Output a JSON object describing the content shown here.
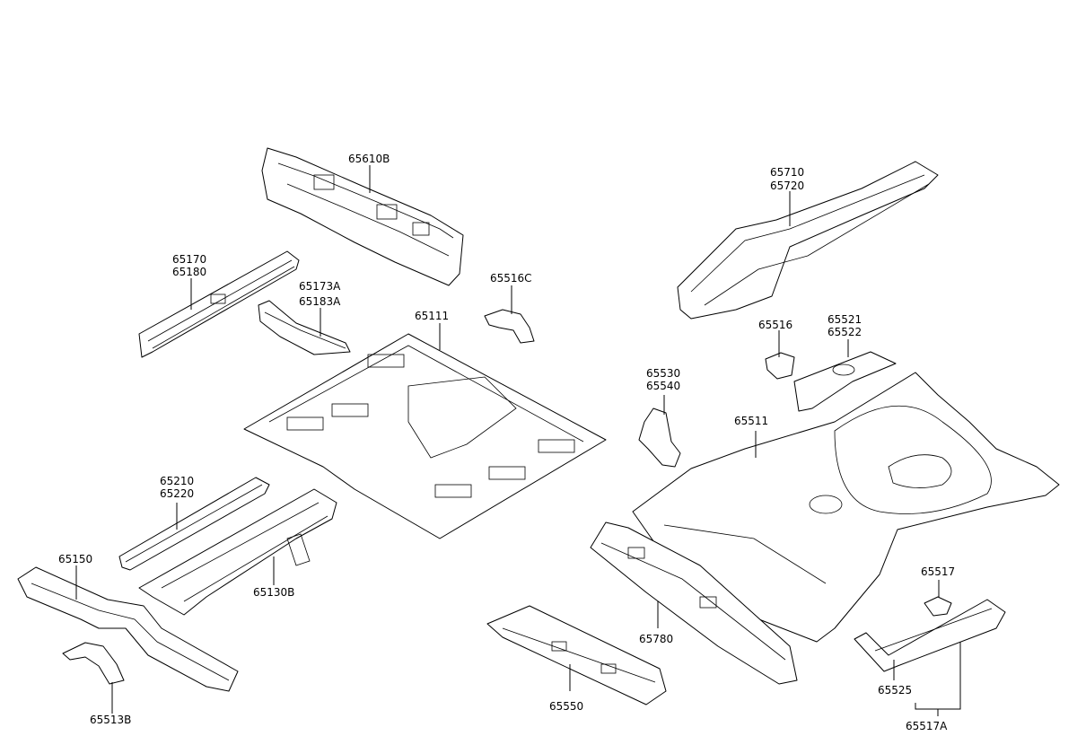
{
  "labels": {
    "l65610B": "65610B",
    "l65170": "65170",
    "l65180": "65180",
    "l65173A": "65173A",
    "l65183A": "65183A",
    "l65516C": "65516C",
    "l65111": "65111",
    "l65210": "65210",
    "l65220": "65220",
    "l65150": "65150",
    "l65130B": "65130B",
    "l65513B": "65513B",
    "l65710": "65710",
    "l65720": "65720",
    "l65516": "65516",
    "l65521": "65521",
    "l65522": "65522",
    "l65530": "65530",
    "l65540": "65540",
    "l65511": "65511",
    "l65780": "65780",
    "l65550": "65550",
    "l65517": "65517",
    "l65525": "65525",
    "l65517A": "65517A"
  }
}
